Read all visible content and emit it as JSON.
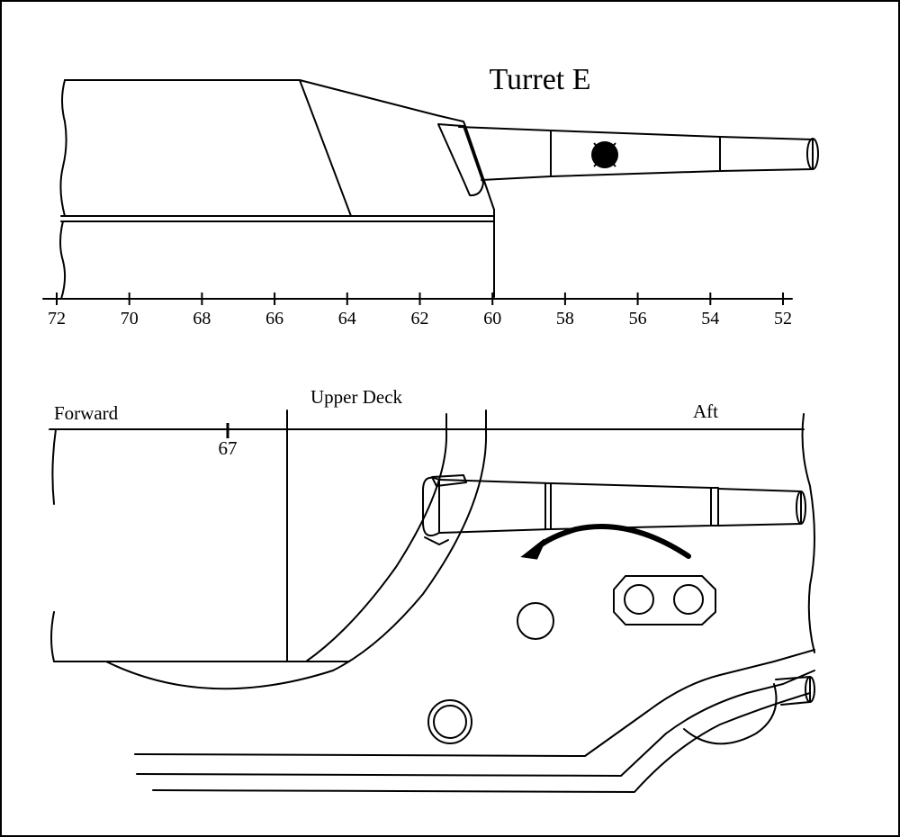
{
  "title": "Turret E",
  "frame_scale": {
    "ticks": [
      "72",
      "70",
      "68",
      "66",
      "64",
      "62",
      "60",
      "58",
      "56",
      "54",
      "52"
    ]
  },
  "plan_view": {
    "label_forward": "Forward",
    "label_upper_deck": "Upper Deck",
    "label_aft": "Aft",
    "frame_marker": "67"
  }
}
